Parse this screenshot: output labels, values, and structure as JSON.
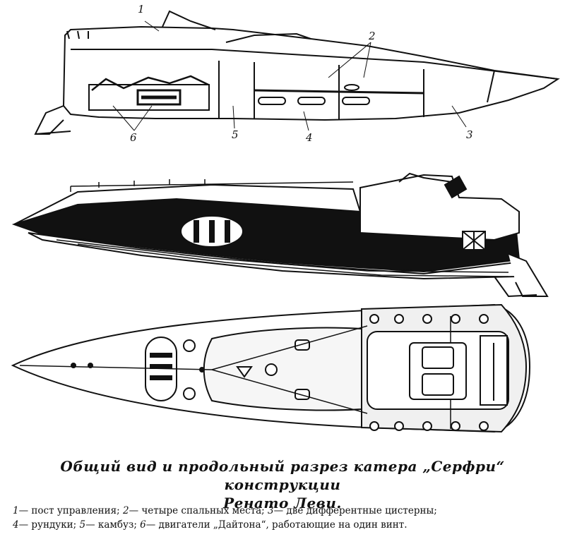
{
  "callouts": {
    "n1": "1",
    "n2": "2",
    "n3": "3",
    "n4": "4",
    "n5": "5",
    "n6": "6"
  },
  "caption": {
    "line1": "Общий вид и продольный разрез катера „Серфри“ конструкции",
    "line2": "Ренато Леви."
  },
  "legend": [
    {
      "num": "1",
      "text": "— пост управления;"
    },
    {
      "num": "2",
      "text": "— четыре спальных места;"
    },
    {
      "num": "3",
      "text": "— две дифферентные цистерны;"
    },
    {
      "num": "4",
      "text": "— рундуки;"
    },
    {
      "num": "5",
      "text": "— камбуз;"
    },
    {
      "num": "6",
      "text": "— двигатели „Дайтона“, работающие на один винт."
    }
  ],
  "colors": {
    "ink": "#111111",
    "paper": "#ffffff"
  }
}
